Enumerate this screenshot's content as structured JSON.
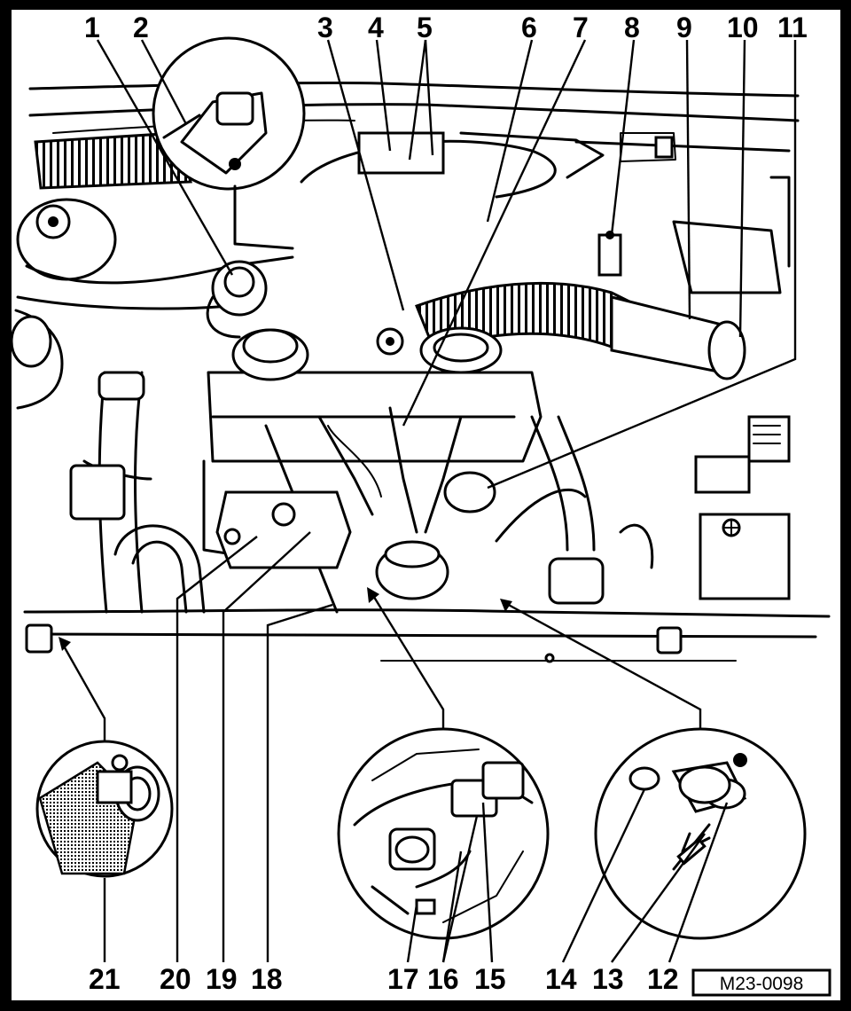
{
  "labels": {
    "n1": "1",
    "n2": "2",
    "n3": "3",
    "n4": "4",
    "n5": "5",
    "n6": "6",
    "n7": "7",
    "n8": "8",
    "n9": "9",
    "n10": "10",
    "n11": "11",
    "n12": "12",
    "n13": "13",
    "n14": "14",
    "n15": "15",
    "n16": "16",
    "n17": "17",
    "n18": "18",
    "n19": "19",
    "n20": "20",
    "n21": "21"
  },
  "reference_code": "M23-0098"
}
